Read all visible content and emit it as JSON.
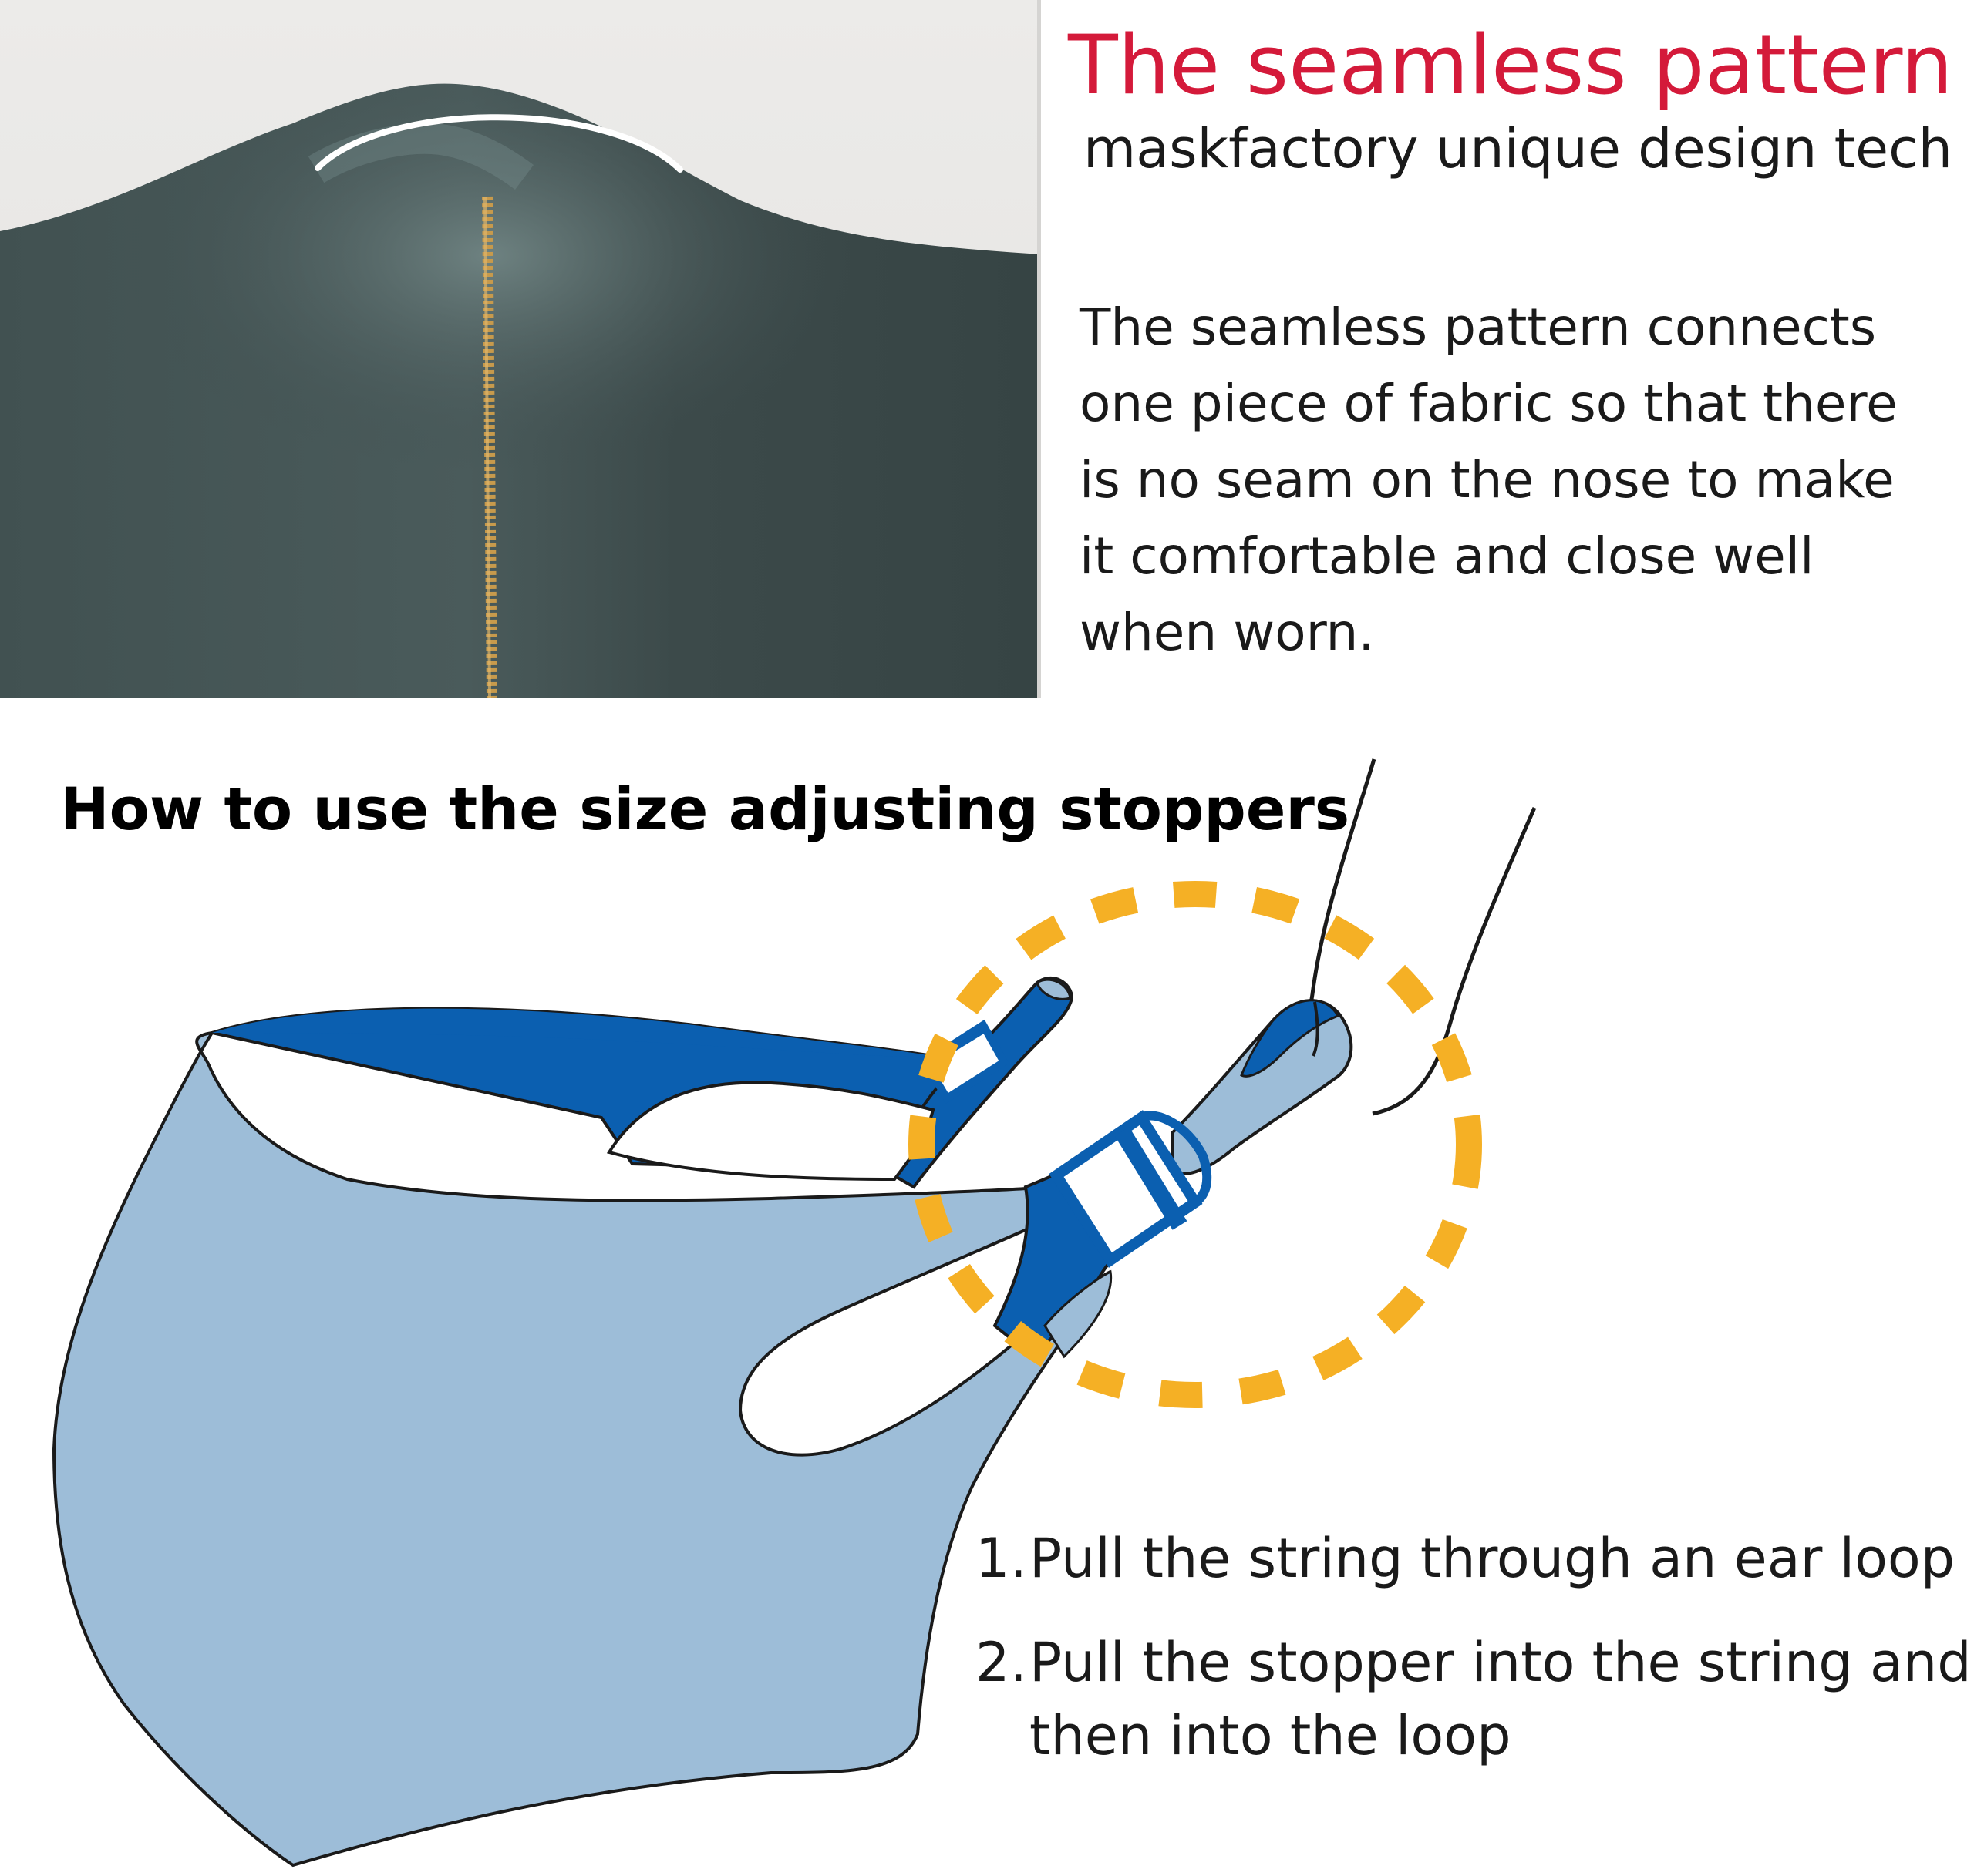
{
  "seamless": {
    "title": "The seamless pattern",
    "subtitle": "maskfactory unique design tech",
    "description_lines": [
      "The seamless pattern connects",
      "one piece of fabric so that there",
      "is no seam on the nose to make",
      "it comfortable and close well",
      "when worn."
    ]
  },
  "stoppers": {
    "heading": "How to use the size adjusting stoppers",
    "steps": [
      {
        "number": "1.",
        "lines": [
          "Pull the string through an ear loop"
        ]
      },
      {
        "number": "2.",
        "lines": [
          "Pull the stopper into the string and",
          "then into the loop"
        ]
      }
    ]
  },
  "colors": {
    "title_red": "#d41a3a",
    "mask_light_blue": "#9dbdd8",
    "mask_dark_blue": "#0b5fb0",
    "highlight_orange": "#f5b025",
    "fabric_gray": "#3f4e4f"
  }
}
